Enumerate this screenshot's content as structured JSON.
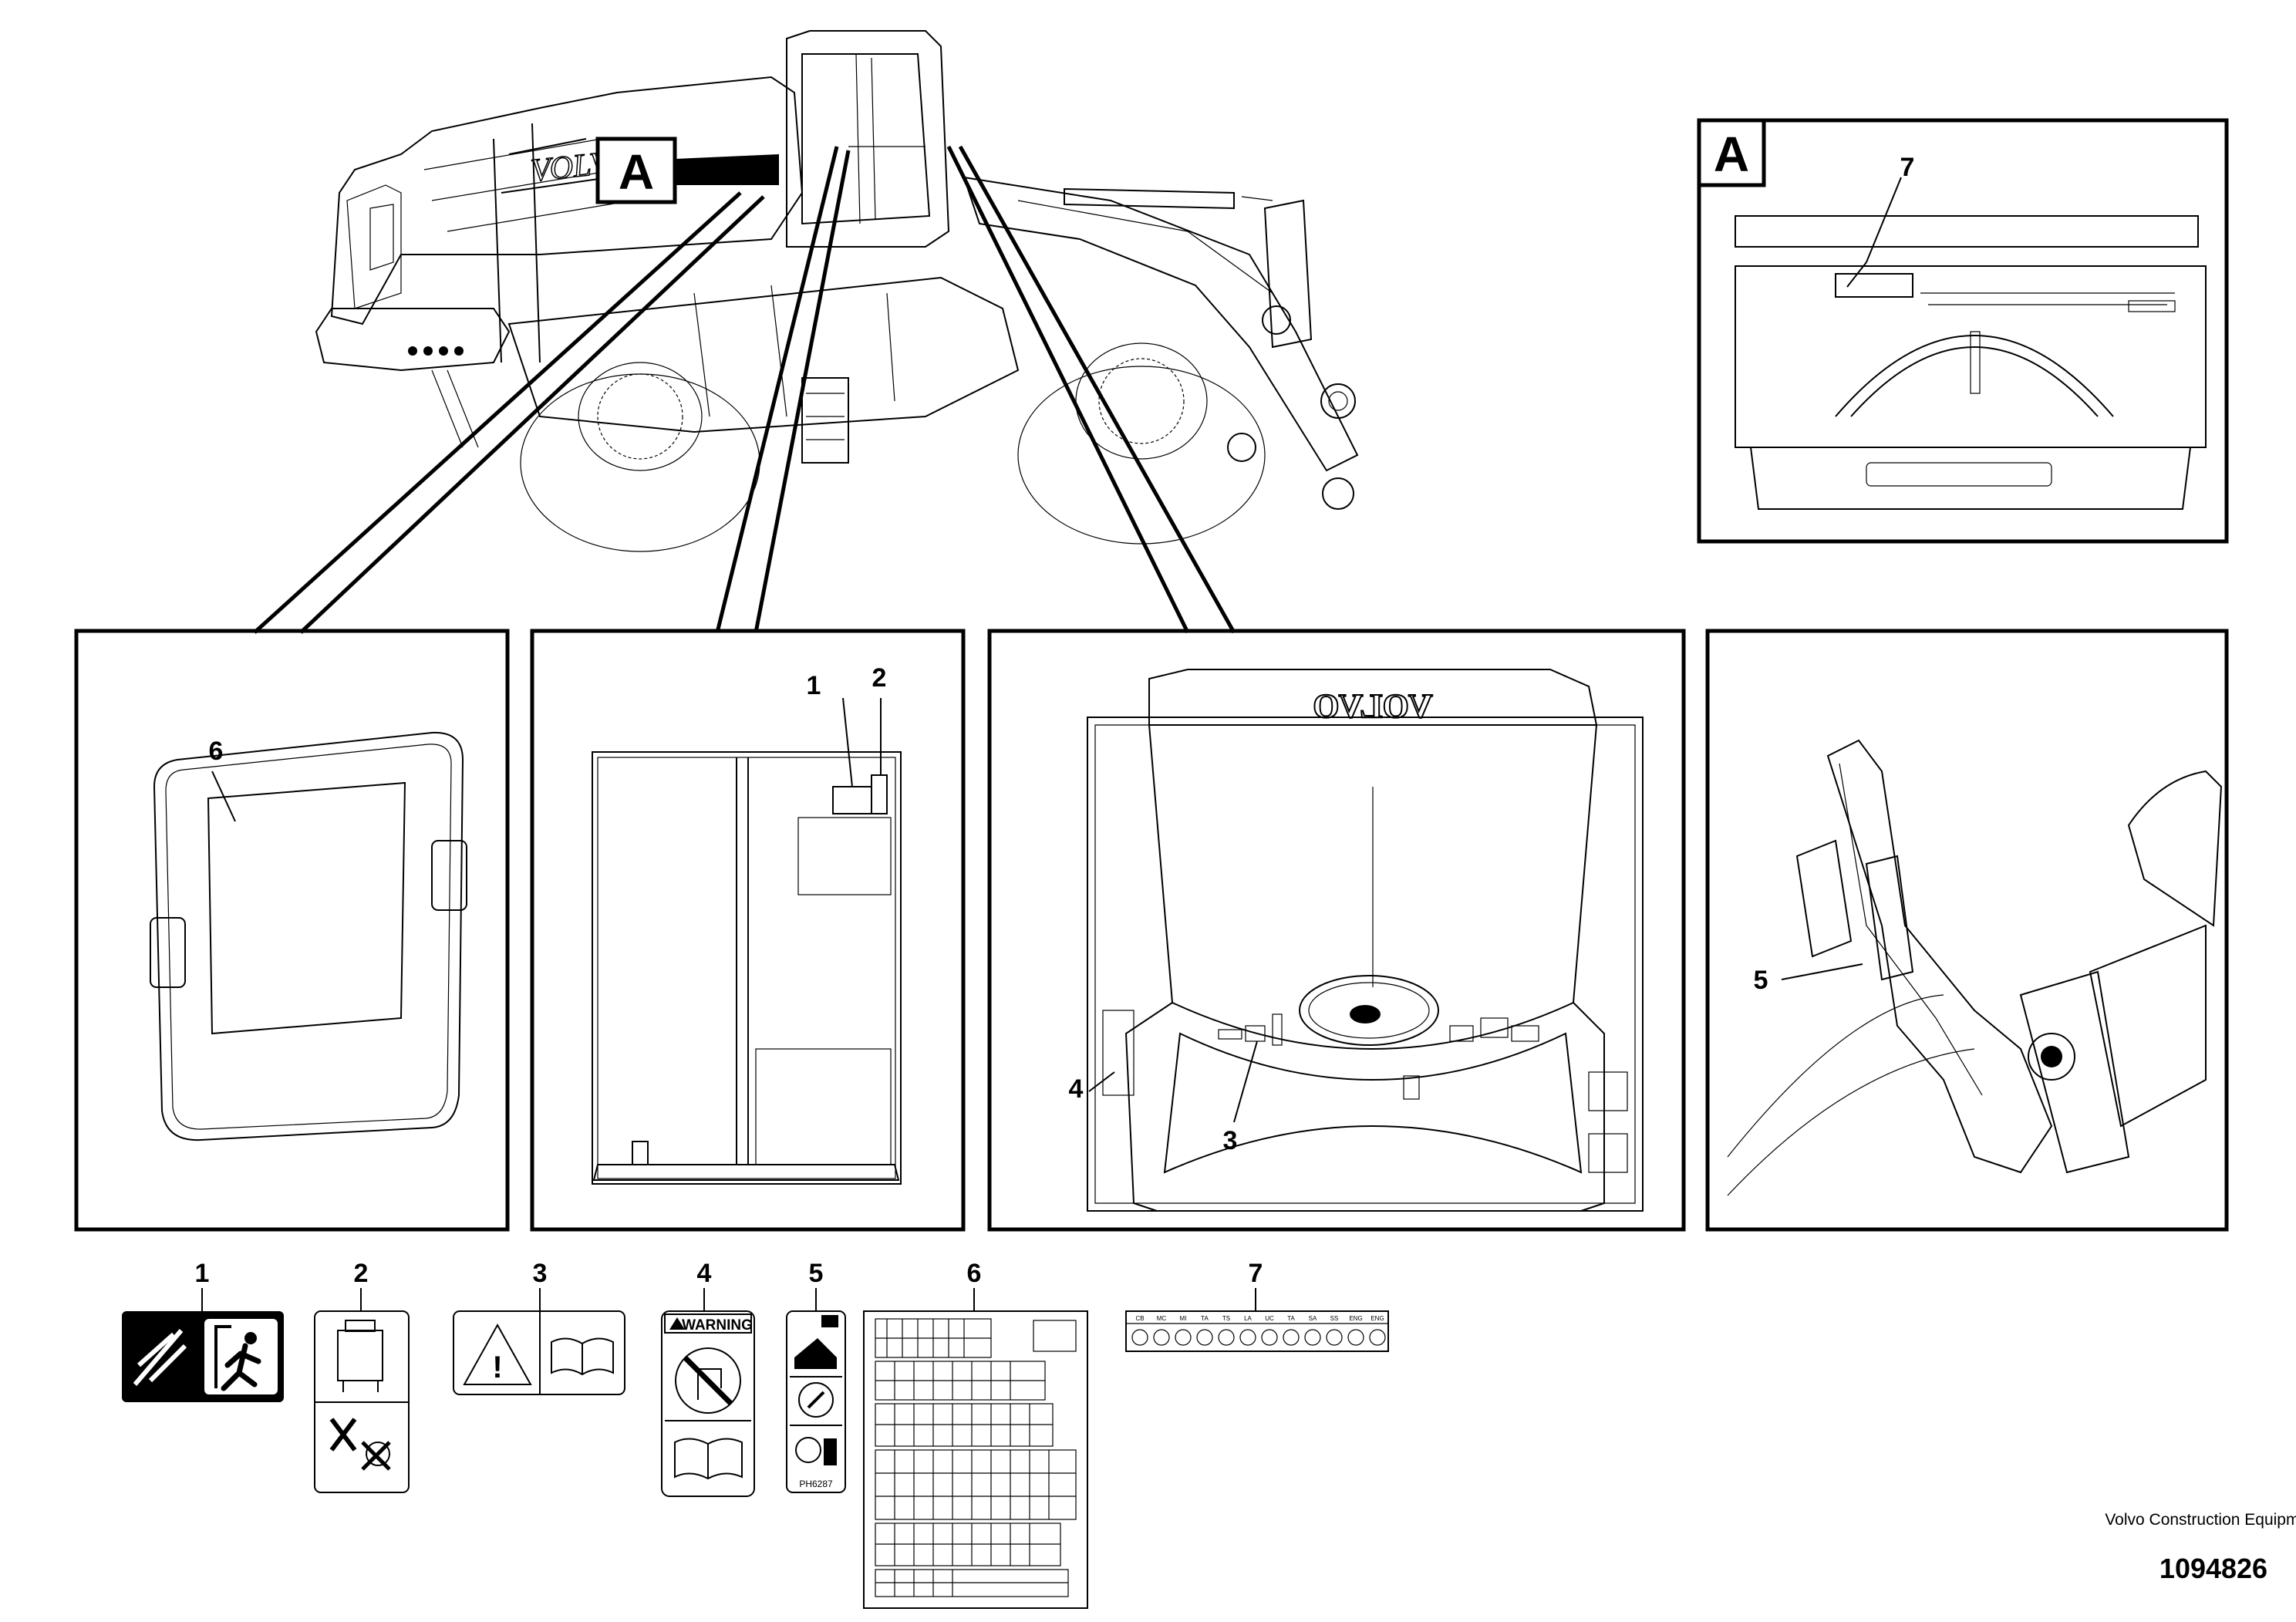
{
  "views": {
    "overview_letter": "A",
    "detail_letter": "A"
  },
  "callouts": {
    "door": "6",
    "panel_1": "1",
    "panel_2": "2",
    "dash_4": "4",
    "dash_3": "3",
    "pedal_5": "5",
    "detail_7": "7"
  },
  "decal_row": {
    "labels": [
      "1",
      "2",
      "3",
      "4",
      "5",
      "6",
      "7"
    ],
    "warning_text": "WARNING",
    "decal_5_code": "PH6287",
    "decal_7_headers": [
      "CB",
      "MC",
      "MI",
      "TA",
      "TS",
      "LA",
      "UC",
      "TA",
      "SA",
      "SS",
      "ENG",
      "ENG"
    ]
  },
  "dashboard": {
    "brand_text": "VOLVO"
  },
  "footer": {
    "company": "Volvo Construction Equipment",
    "doc_number": "1094826"
  }
}
